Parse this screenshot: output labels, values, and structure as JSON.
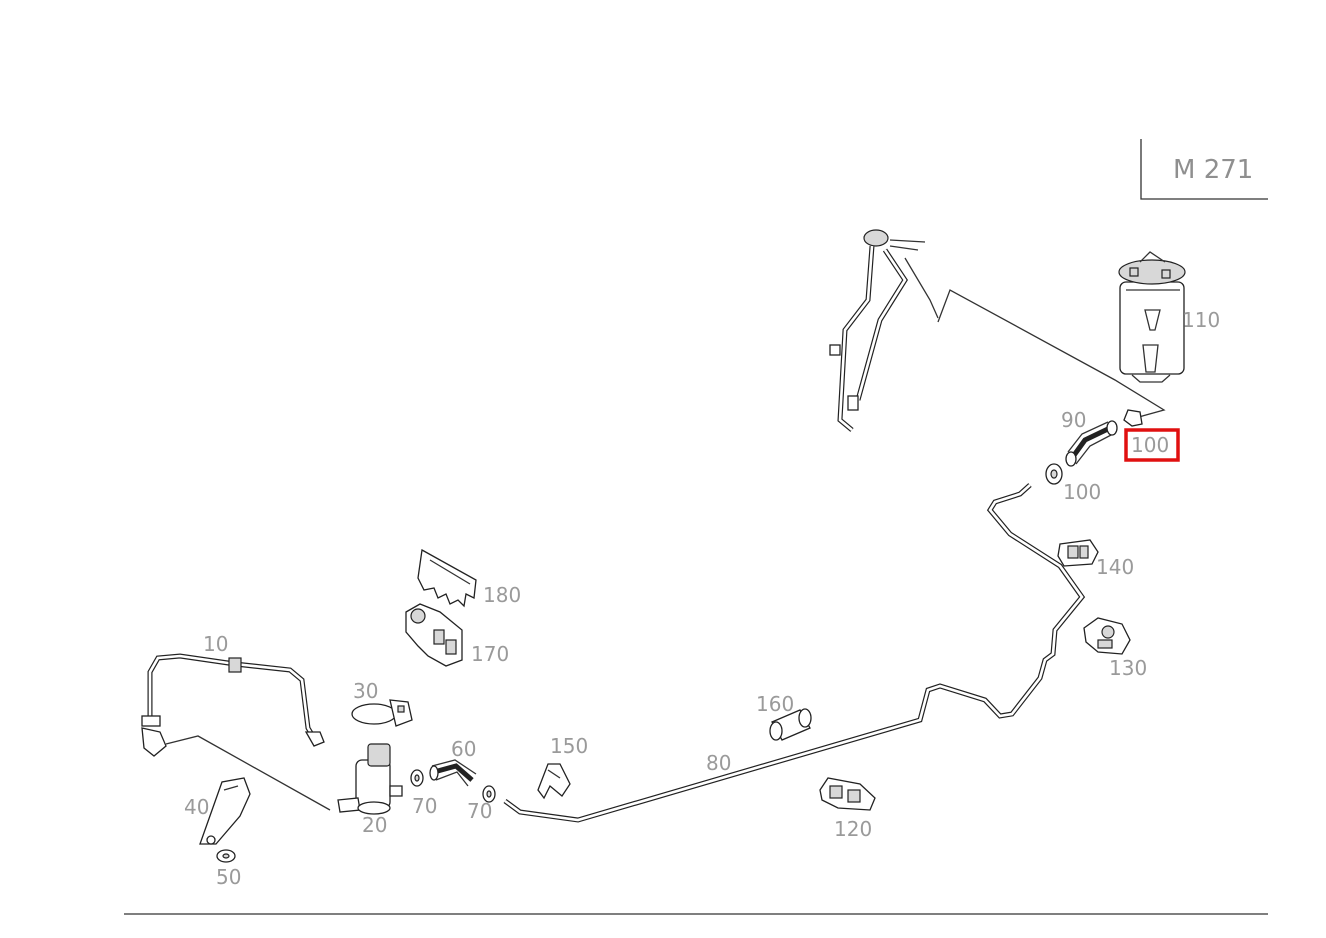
{
  "engine_code": "M 271",
  "labels": {
    "p10": "10",
    "p20": "20",
    "p30": "30",
    "p40": "40",
    "p50": "50",
    "p60": "60",
    "p70a": "70",
    "p70b": "70",
    "p80": "80",
    "p90": "90",
    "p100a": "100",
    "p100b": "100",
    "p110": "110",
    "p120": "120",
    "p130": "130",
    "p140": "140",
    "p150": "150",
    "p160": "160",
    "p170": "170",
    "p180": "180"
  },
  "highlight": {
    "part": "100",
    "color": "#e01010"
  }
}
